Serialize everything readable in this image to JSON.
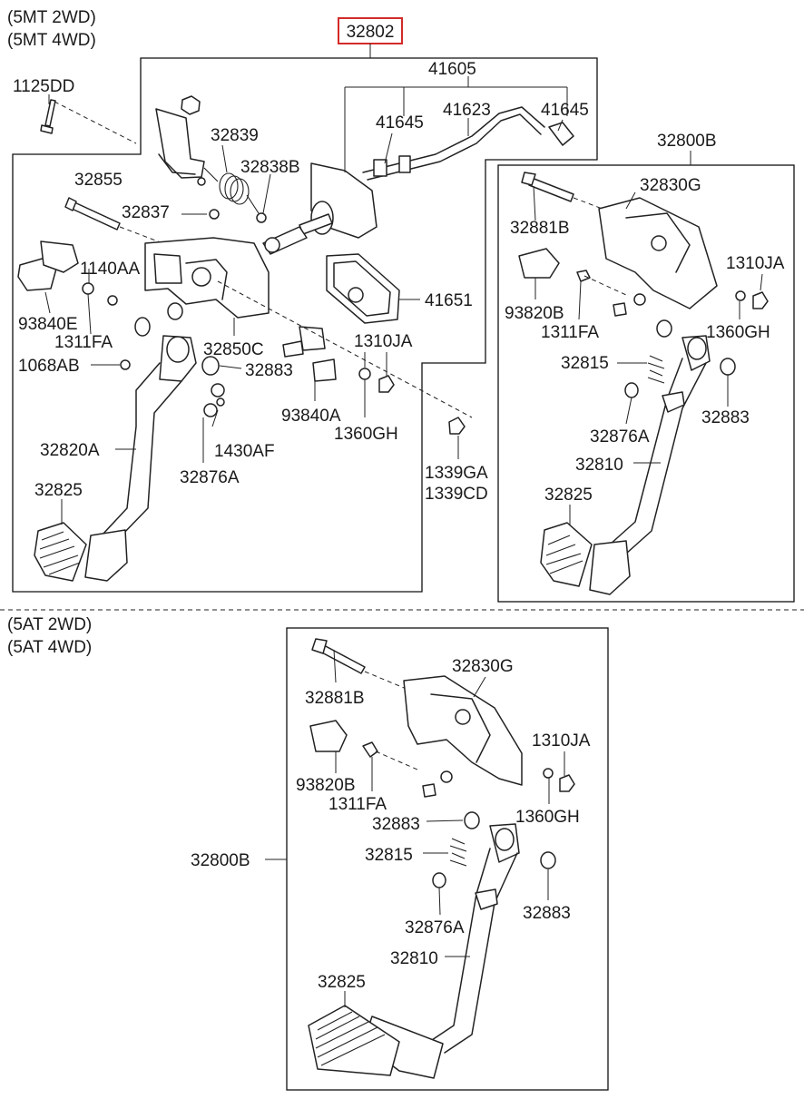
{
  "groups": {
    "mt": [
      "(5MT 2WD)",
      "(5MT 4WD)"
    ],
    "at": [
      "(5AT 2WD)",
      "(5AT 4WD)"
    ]
  },
  "highlight": {
    "part_no": "32802",
    "color": "#d42a2a"
  },
  "labels": {
    "mt": {
      "p1125DD": "1125DD",
      "p41605": "41605",
      "p41645a": "41645",
      "p41623": "41623",
      "p41645b": "41645",
      "p32839": "32839",
      "p32838B": "32838B",
      "p32855": "32855",
      "p32837": "32837",
      "p1140AA": "1140AA",
      "p93840E": "93840E",
      "p1311FA": "1311FA",
      "p41651": "41651",
      "p32850C": "32850C",
      "p1310JA": "1310JA",
      "p1068AB": "1068AB",
      "p32883": "32883",
      "p93840A": "93840A",
      "p1360GH": "1360GH",
      "p32820A": "32820A",
      "p1430AF": "1430AF",
      "p32876A": "32876A",
      "p1339GA": "1339GA",
      "p1339CD": "1339CD",
      "p32825": "32825"
    },
    "mtb": {
      "p32800B": "32800B",
      "p32830G": "32830G",
      "p32881B": "32881B",
      "p1310JA": "1310JA",
      "p93820B": "93820B",
      "p1311FA": "1311FA",
      "p1360GH": "1360GH",
      "p32815": "32815",
      "p32883": "32883",
      "p32876A": "32876A",
      "p32810": "32810",
      "p32825": "32825"
    },
    "at": {
      "p32830G": "32830G",
      "p32881B": "32881B",
      "p1310JA": "1310JA",
      "p93820B": "93820B",
      "p1311FA": "1311FA",
      "p1360GH": "1360GH",
      "p32883a": "32883",
      "p32800B": "32800B",
      "p32815": "32815",
      "p32883b": "32883",
      "p32876A": "32876A",
      "p32810": "32810",
      "p32825": "32825"
    }
  }
}
